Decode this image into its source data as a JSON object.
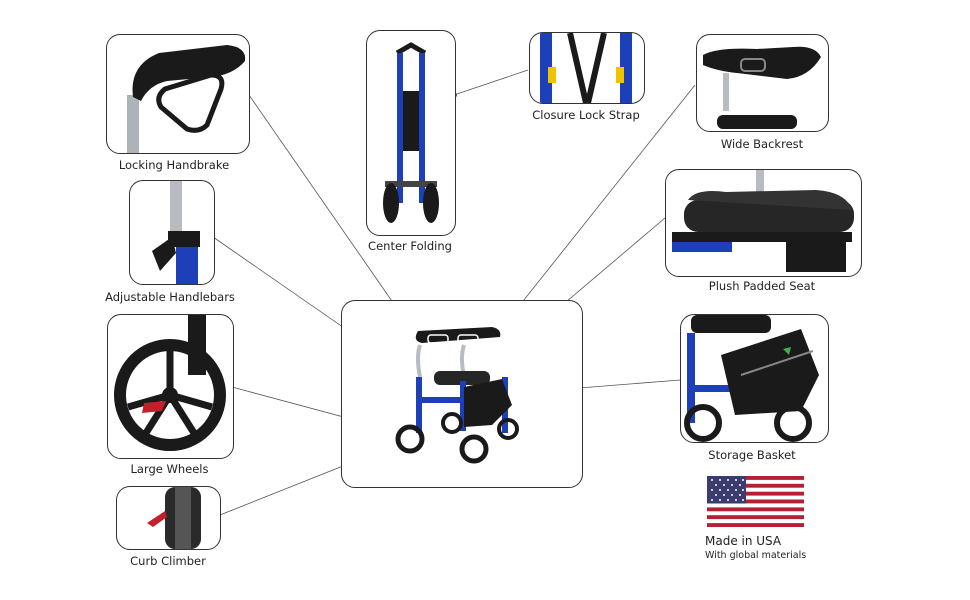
{
  "features": {
    "locking_handbrake": "Locking Handbrake",
    "adjustable_handlebars": "Adjustable Handlebars",
    "large_wheels": "Large Wheels",
    "curb_climber": "Curb Climber",
    "center_folding": "Center Folding",
    "closure_lock_strap": "Closure Lock Strap",
    "wide_backrest": "Wide Backrest",
    "plush_padded_seat": "Plush Padded Seat",
    "storage_basket": "Storage Basket"
  },
  "origin": {
    "made_in": "Made in USA",
    "materials": "With global materials"
  },
  "colors": {
    "frame_blue": "#1d3fb8",
    "accent_red": "#c0202a",
    "handle_black": "#1a1a1a"
  }
}
